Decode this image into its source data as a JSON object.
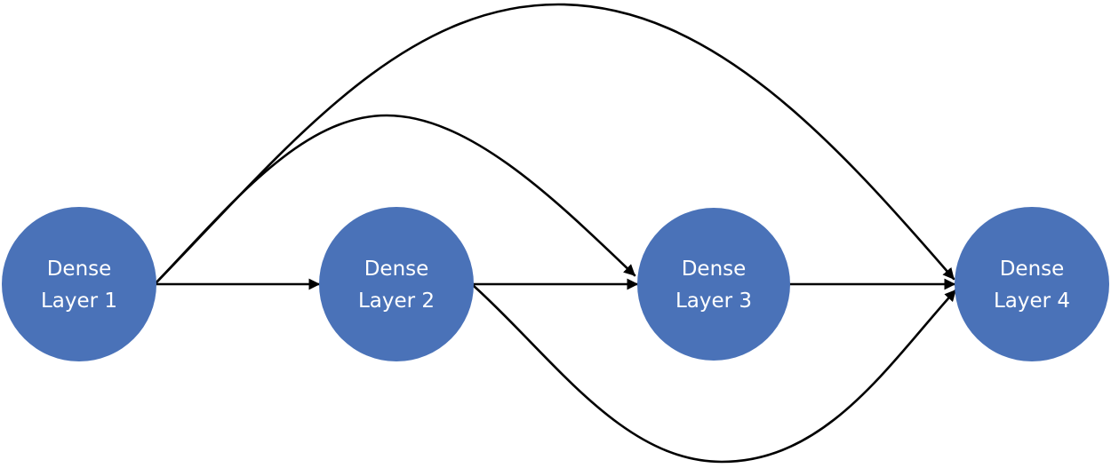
{
  "diagram": {
    "colors": {
      "node_fill": "#4a72b8",
      "node_text": "#ffffff",
      "edge": "#000000",
      "background": "#ffffff"
    },
    "nodes": [
      {
        "id": "n1",
        "line1": "Dense",
        "line2": "Layer 1"
      },
      {
        "id": "n2",
        "line1": "Dense",
        "line2": "Layer 2"
      },
      {
        "id": "n3",
        "line1": "Dense",
        "line2": "Layer 3"
      },
      {
        "id": "n4",
        "line1": "Dense",
        "line2": "Layer 4"
      }
    ],
    "edges": [
      {
        "from": "n1",
        "to": "n2"
      },
      {
        "from": "n2",
        "to": "n3"
      },
      {
        "from": "n3",
        "to": "n4"
      },
      {
        "from": "n1",
        "to": "n3"
      },
      {
        "from": "n1",
        "to": "n4"
      },
      {
        "from": "n2",
        "to": "n4"
      }
    ]
  }
}
